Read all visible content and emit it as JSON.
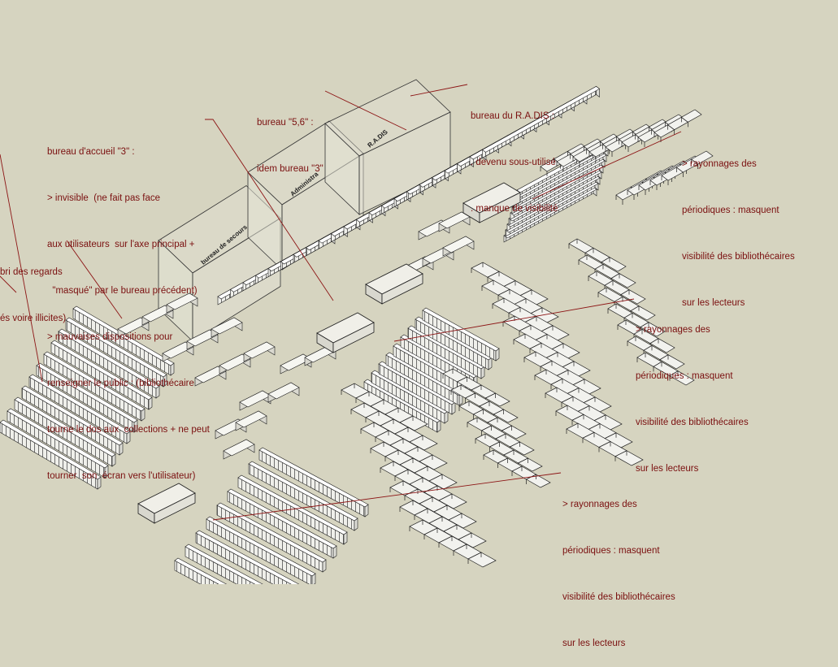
{
  "diagram": {
    "room_labels": [
      "bureau de secours",
      "Administra",
      "R.A.DIS"
    ],
    "annotations": {
      "bureau_56": [
        "bureau \"5,6\" :",
        "idem bureau \"3\""
      ],
      "radis": [
        "bureau du R.A.DIS :",
        ". devenu sous-utilisé",
        ". manque de visibilité"
      ],
      "accueil3": [
        "bureau d'accueil \"3\" :",
        "> invisible  (ne fait pas face",
        "aux utilisateurs  sur l'axe principal +",
        "  \"masqué\" par le bureau précédent)",
        "> mauvaises dispositions pour",
        "renseigner le public : (bibliothécaire",
        "tourne le dos aux  collections + ne peut",
        "tourner  son  écran vers l'utilisateur)"
      ],
      "abri": [
        "bri des regards",
        "és voire illicites)"
      ],
      "perio_top": [
        "> rayonnages des",
        "périodiques : masquent",
        "visibilité des bibliothécaires",
        "sur les lecteurs"
      ],
      "perio_mid": [
        "> rayonnages des",
        "périodiques : masquent",
        "visibilité des bibliothécaires",
        "sur les lecteurs"
      ],
      "perio_bot": [
        "> rayonnages des",
        "périodiques : masquent",
        "visibilité des bibliothécaires",
        "sur les lecteurs"
      ]
    },
    "colors": {
      "background": "#d6d4c0",
      "annotation": "#7a0f0f",
      "leader": "#8c1414",
      "shelf_face": "#f2f2ee",
      "shelf_line": "#1e1e1e",
      "room_fill": "#e4e3d6"
    }
  }
}
